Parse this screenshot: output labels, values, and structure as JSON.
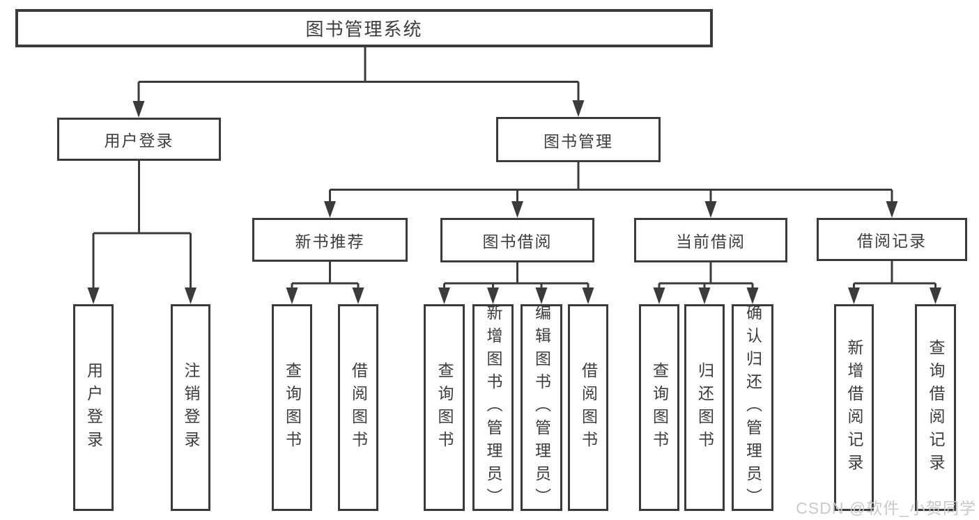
{
  "colors": {
    "line": "#3b3b3b",
    "text": "#3d3d3d",
    "box_bg": "#ffffff",
    "watermark": "#c9c9c9"
  },
  "diagram": {
    "root": {
      "label": "图书管理系统"
    },
    "branches": [
      {
        "label": "用户登录",
        "children": [
          {
            "label": "用户登录"
          },
          {
            "label": "注销登录"
          }
        ]
      },
      {
        "label": "图书管理",
        "children": [
          {
            "label": "新书推荐",
            "children": [
              {
                "label": "查询图书"
              },
              {
                "label": "借阅图书"
              }
            ]
          },
          {
            "label": "图书借阅",
            "children": [
              {
                "label": "查询图书"
              },
              {
                "label": "新增图书（管理员）"
              },
              {
                "label": "编辑图书（管理员）"
              },
              {
                "label": "借阅图书"
              }
            ]
          },
          {
            "label": "当前借阅",
            "children": [
              {
                "label": "查询图书"
              },
              {
                "label": "归还图书"
              },
              {
                "label": "确认归还（管理员）"
              }
            ]
          },
          {
            "label": "借阅记录",
            "children": [
              {
                "label": "新增借阅记录"
              },
              {
                "label": "查询借阅记录"
              }
            ]
          }
        ]
      }
    ]
  },
  "watermark": {
    "text": "CSDN @软件_小贺同学"
  }
}
